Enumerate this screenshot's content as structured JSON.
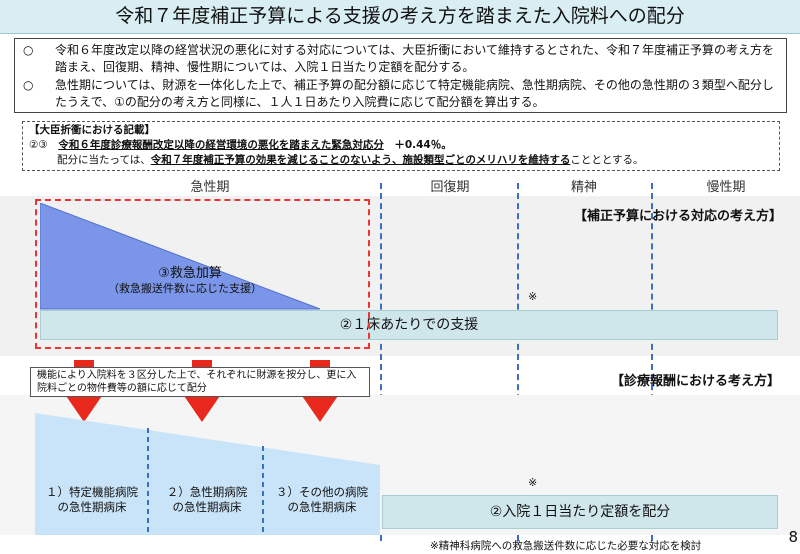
{
  "title": "令和７年度補正予算による支援の考え方を踏まえた入院料への配分",
  "intro": {
    "bullets": [
      {
        "mark": "○",
        "text": "令和６年度改定以降の経営状況の悪化に対する対応については、大臣折衝において維持するとされた、令和７年度補正予算の考え方を踏まえ、回復期、精神、慢性期については、入院１日当たり定額を配分する。"
      },
      {
        "mark": "○",
        "text": "急性期については、財源を一体化した上で、補正予算の配分額に応じて特定機能病院、急性期病院、その他の急性期の３類型へ配分したうえで、①の配分の考え方と同様に、１人１日あたり入院費に応じて配分額を算出する。"
      }
    ]
  },
  "minister": {
    "heading": "【大臣折衝における記載】",
    "prefix": "②③　",
    "line2_underlined": "令和６年度診療報酬改定以降の経営環境の悪化を踏まえた緊急対応分",
    "line2_suffix": "　＋0.44％。",
    "line3_prefix": "配分に当たっては、",
    "line3_underlined": "令和７年度補正予算の効果を減じることのないよう、施設類型ごとのメリハリを維持する",
    "line3_suffix": "ことととする。"
  },
  "columns": [
    "急性期",
    "回復期",
    "精神",
    "慢性期"
  ],
  "upper": {
    "heading": "【補正予算における対応の考え方】",
    "triangle_label": "③救急加算",
    "triangle_sub": "（救急搬送件数に応じた支援）",
    "bar_label": "②１床あたりでの支援",
    "asterisk": "※"
  },
  "lower": {
    "heading": "【診療報酬における考え方】",
    "note": "機能により入院料を３区分した上で、それぞれに財源を按分し、更に入院料ごとの物件費等の額に応じて配分",
    "categories": [
      "１）特定機能病院\nの急性期病床",
      "２）急性期病院\nの急性期病床",
      "３）その他の病院\nの急性期病床"
    ],
    "bar_label": "②入院１日当たり定額を配分",
    "asterisk": "※"
  },
  "footnote": "※精神科病院への救急搬送件数に応じた必要な対応を検討",
  "page_number": "8",
  "colors": {
    "title_bg": "#d9eef2",
    "triangle": "#7b96e8",
    "bar": "#cfe6ea",
    "arrow": "#e8281d",
    "red_dash": "#e33",
    "blue_dash": "#3a6fc4"
  }
}
